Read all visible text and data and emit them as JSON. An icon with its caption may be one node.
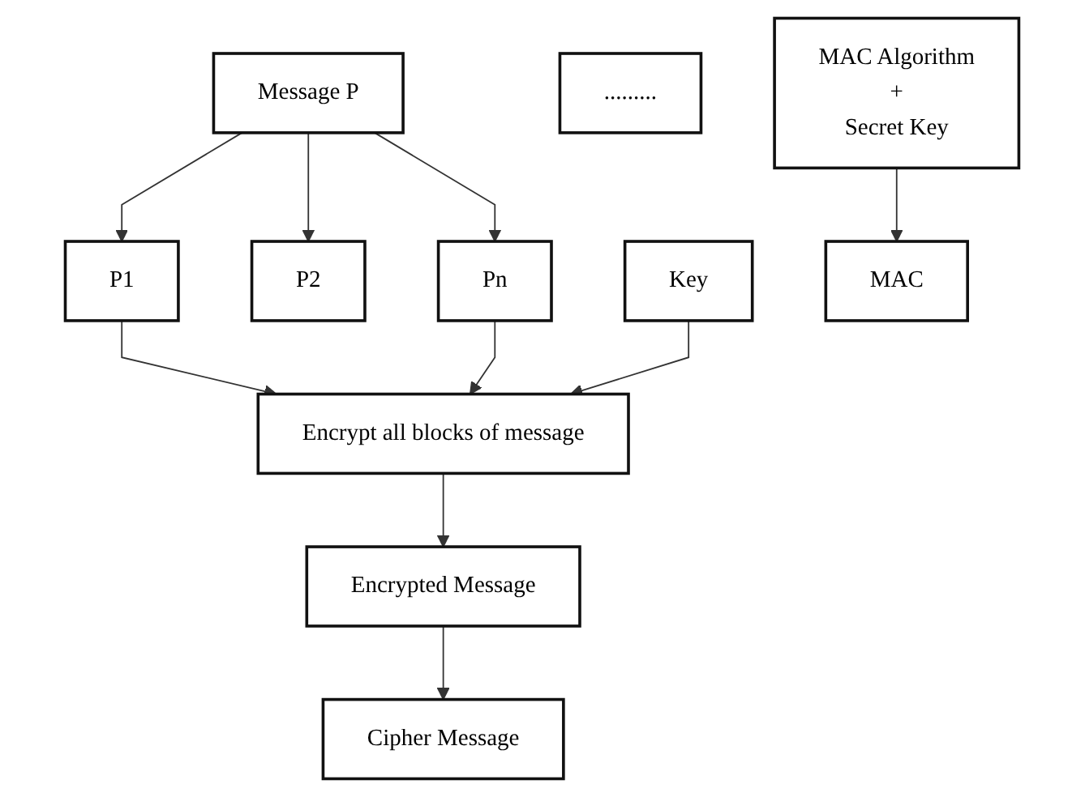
{
  "diagram": {
    "nodes": [
      {
        "text": [
          "Message P"
        ]
      },
      {
        "text": [
          "P1"
        ]
      },
      {
        "text": [
          "P2"
        ]
      },
      {
        "text": [
          "........."
        ]
      },
      {
        "text": [
          "Pn"
        ]
      },
      {
        "text": [
          "Encrypt all blocks of message"
        ]
      },
      {
        "text": [
          "Key"
        ]
      },
      {
        "text": [
          "Encrypted Message"
        ]
      },
      {
        "text": [
          "MAC"
        ]
      },
      {
        "text": [
          "MAC Algorithm",
          "+",
          "Secret Key"
        ]
      },
      {
        "text": [
          "Cipher Message"
        ]
      }
    ],
    "edges": [
      {
        "from": 0,
        "to": 1,
        "arrow": "to"
      },
      {
        "from": 0,
        "to": 2,
        "arrow": "to"
      },
      {
        "from": 0,
        "to": 4,
        "arrow": "to"
      },
      {
        "from": 1,
        "to": 5,
        "arrow": "to"
      },
      {
        "from": 4,
        "to": 5,
        "arrow": "to"
      },
      {
        "from": 6,
        "to": 5,
        "arrow": "to"
      },
      {
        "from": 5,
        "to": 7,
        "arrow": "to"
      },
      {
        "from": 9,
        "to": 8,
        "arrow": "to"
      },
      {
        "from": 7,
        "to": 10,
        "arrow": "to"
      }
    ]
  }
}
